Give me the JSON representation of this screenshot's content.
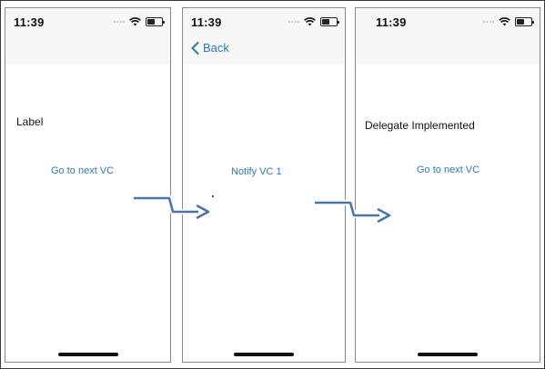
{
  "screens": [
    {
      "time": "11:39",
      "label": "Label",
      "button": "Go to next VC"
    },
    {
      "time": "11:39",
      "back": "Back",
      "button": "Notify VC 1"
    },
    {
      "time": "11:39",
      "label": "Delegate Implemented",
      "button": "Go to next VC"
    }
  ],
  "colors": {
    "link": "#2a7ab8",
    "navbar": "#f7f7f7",
    "arrow": "#4a74b0"
  },
  "icons": [
    "wifi-icon",
    "battery-icon",
    "signal-icon",
    "back-chevron-icon",
    "flow-arrow-icon"
  ]
}
